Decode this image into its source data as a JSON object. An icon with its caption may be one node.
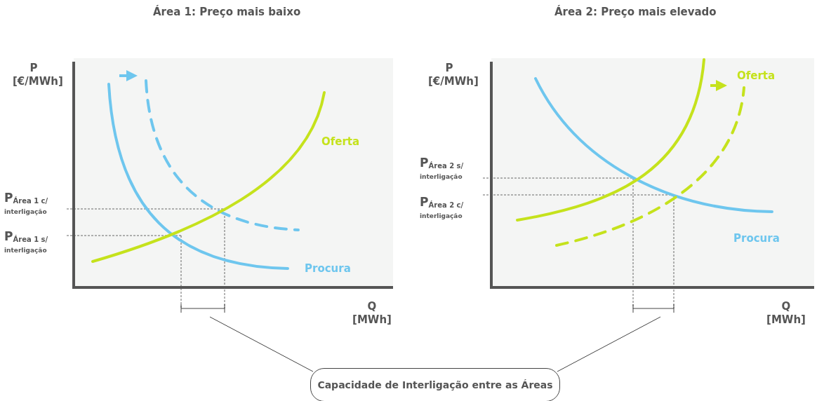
{
  "diagram": {
    "nodes": [
      {
        "text": [
          "Capacidade de Interligação entre as Áreas"
        ]
      },
      {
        "text": [],
        "shape": "bar"
      },
      {
        "text": [],
        "shape": "bar"
      }
    ],
    "edges": [
      {
        "from": 0,
        "to": 1,
        "arrow": "none"
      },
      {
        "from": 0,
        "to": 2,
        "arrow": "none"
      }
    ],
    "labels": [
      "Área 1: Preço mais baixo",
      "Área 2: Preço mais elevado",
      "P [€/MWh]",
      "Oferta",
      "P$_{Área 1 c/}$ interligação",
      "P$_{Área 1 s/}$ interligação",
      "Procura",
      "Q [MWh]",
      "P [€/MWh]",
      "Oferta",
      "P$_{Área 2 s/}$ interligação",
      "P$_{Área 2 c/}$ interligação",
      "Procura",
      "Q [MWh]"
    ]
  }
}
